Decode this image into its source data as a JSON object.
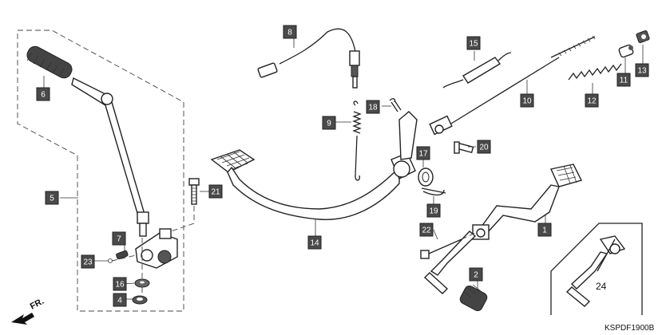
{
  "diagram": {
    "parts": [
      {
        "id": "1",
        "label": "1"
      },
      {
        "id": "2",
        "label": "2"
      },
      {
        "id": "4",
        "label": "4"
      },
      {
        "id": "5",
        "label": "5"
      },
      {
        "id": "6",
        "label": "6"
      },
      {
        "id": "7",
        "label": "7"
      },
      {
        "id": "8",
        "label": "8"
      },
      {
        "id": "9",
        "label": "9"
      },
      {
        "id": "10",
        "label": "10"
      },
      {
        "id": "11",
        "label": "11"
      },
      {
        "id": "12",
        "label": "12"
      },
      {
        "id": "13",
        "label": "13"
      },
      {
        "id": "14",
        "label": "14"
      },
      {
        "id": "15",
        "label": "15"
      },
      {
        "id": "16",
        "label": "16"
      },
      {
        "id": "17",
        "label": "17"
      },
      {
        "id": "18",
        "label": "18"
      },
      {
        "id": "19",
        "label": "19"
      },
      {
        "id": "20",
        "label": "20"
      },
      {
        "id": "21",
        "label": "21"
      },
      {
        "id": "22",
        "label": "22"
      },
      {
        "id": "23",
        "label": "23"
      }
    ],
    "plain_label": "24",
    "direction_label": "FR.",
    "figure_code": "KSPDF1900B"
  }
}
